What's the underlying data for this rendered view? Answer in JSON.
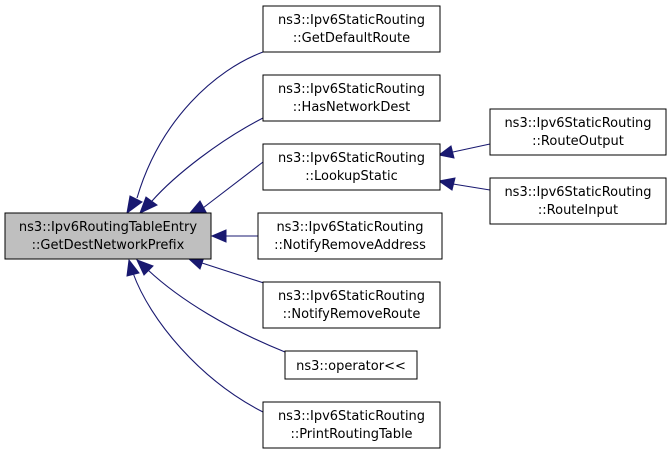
{
  "graph": {
    "root": {
      "id": "root",
      "line1": "ns3::Ipv6RoutingTableEntry",
      "line2": "::GetDestNetworkPrefix"
    },
    "callers": [
      {
        "id": "get-default-route",
        "line1": "ns3::Ipv6StaticRouting",
        "line2": "::GetDefaultRoute"
      },
      {
        "id": "has-network-dest",
        "line1": "ns3::Ipv6StaticRouting",
        "line2": "::HasNetworkDest"
      },
      {
        "id": "lookup-static",
        "line1": "ns3::Ipv6StaticRouting",
        "line2": "::LookupStatic"
      },
      {
        "id": "notify-remove-address",
        "line1": "ns3::Ipv6StaticRouting",
        "line2": "::NotifyRemoveAddress"
      },
      {
        "id": "notify-remove-route",
        "line1": "ns3::Ipv6StaticRouting",
        "line2": "::NotifyRemoveRoute"
      },
      {
        "id": "operator-shift",
        "line1": "ns3::operator<<",
        "line2": ""
      },
      {
        "id": "print-routing-table",
        "line1": "ns3::Ipv6StaticRouting",
        "line2": "::PrintRoutingTable"
      }
    ],
    "second_level": [
      {
        "id": "route-output",
        "line1": "ns3::Ipv6StaticRouting",
        "line2": "::RouteOutput",
        "calls": "lookup-static"
      },
      {
        "id": "route-input",
        "line1": "ns3::Ipv6StaticRouting",
        "line2": "::RouteInput",
        "calls": "lookup-static"
      }
    ]
  }
}
